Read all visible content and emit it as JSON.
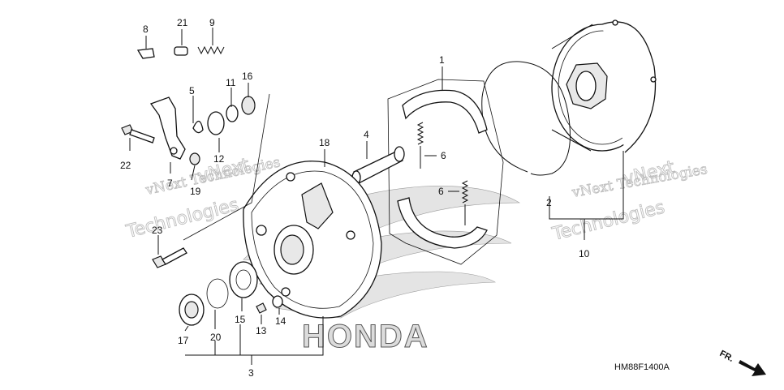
{
  "diagram": {
    "callouts": [
      {
        "id": "1",
        "label": "1"
      },
      {
        "id": "2",
        "label": "2"
      },
      {
        "id": "3",
        "label": "3"
      },
      {
        "id": "4",
        "label": "4"
      },
      {
        "id": "5",
        "label": "5"
      },
      {
        "id": "6a",
        "label": "6"
      },
      {
        "id": "6b",
        "label": "6"
      },
      {
        "id": "7",
        "label": "7"
      },
      {
        "id": "8",
        "label": "8"
      },
      {
        "id": "9",
        "label": "9"
      },
      {
        "id": "10",
        "label": "10"
      },
      {
        "id": "11",
        "label": "11"
      },
      {
        "id": "12",
        "label": "12"
      },
      {
        "id": "13",
        "label": "13"
      },
      {
        "id": "14",
        "label": "14"
      },
      {
        "id": "15",
        "label": "15"
      },
      {
        "id": "16",
        "label": "16"
      },
      {
        "id": "17",
        "label": "17"
      },
      {
        "id": "18",
        "label": "18"
      },
      {
        "id": "19",
        "label": "19"
      },
      {
        "id": "20",
        "label": "20"
      },
      {
        "id": "21",
        "label": "21"
      },
      {
        "id": "22",
        "label": "22"
      },
      {
        "id": "23",
        "label": "23"
      }
    ],
    "watermarks": {
      "line1": "vNext Technologies",
      "line2": "Technologies",
      "line3": "vNext"
    },
    "brand_logo": "HONDA",
    "diagram_code": "HM88F1400A",
    "direction_label": "FR."
  }
}
